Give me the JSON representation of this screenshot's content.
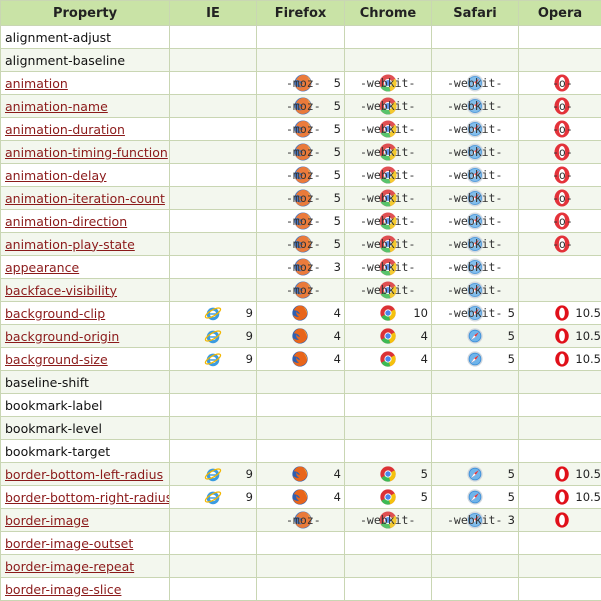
{
  "headers": [
    "Property",
    "IE",
    "Firefox",
    "Chrome",
    "Safari",
    "Opera"
  ],
  "rows": [
    {
      "name": "alignment-adjust",
      "link": false,
      "ie": null,
      "ff": null,
      "ch": null,
      "sa": null,
      "op": null
    },
    {
      "name": "alignment-baseline",
      "link": false,
      "ie": null,
      "ff": null,
      "ch": null,
      "sa": null,
      "op": null
    },
    {
      "name": "animation",
      "link": true,
      "ie": null,
      "ff": {
        "prefix": "-moz-",
        "version": "5"
      },
      "ch": {
        "prefix": "-webkit-",
        "version": ""
      },
      "sa": {
        "prefix": "-webkit-",
        "version": ""
      },
      "op": {
        "prefix": "-o-",
        "version": ""
      }
    },
    {
      "name": "animation-name",
      "link": true,
      "ie": null,
      "ff": {
        "prefix": "-moz-",
        "version": "5"
      },
      "ch": {
        "prefix": "-webkit-",
        "version": ""
      },
      "sa": {
        "prefix": "-webkit-",
        "version": ""
      },
      "op": {
        "prefix": "-o-",
        "version": ""
      }
    },
    {
      "name": "animation-duration",
      "link": true,
      "ie": null,
      "ff": {
        "prefix": "-moz-",
        "version": "5"
      },
      "ch": {
        "prefix": "-webkit-",
        "version": ""
      },
      "sa": {
        "prefix": "-webkit-",
        "version": ""
      },
      "op": {
        "prefix": "-o-",
        "version": ""
      }
    },
    {
      "name": "animation-timing-function",
      "link": true,
      "ie": null,
      "ff": {
        "prefix": "-moz-",
        "version": "5"
      },
      "ch": {
        "prefix": "-webkit-",
        "version": ""
      },
      "sa": {
        "prefix": "-webkit-",
        "version": ""
      },
      "op": {
        "prefix": "-o-",
        "version": ""
      }
    },
    {
      "name": "animation-delay",
      "link": true,
      "ie": null,
      "ff": {
        "prefix": "-moz-",
        "version": "5"
      },
      "ch": {
        "prefix": "-webkit-",
        "version": ""
      },
      "sa": {
        "prefix": "-webkit-",
        "version": ""
      },
      "op": {
        "prefix": "-o-",
        "version": ""
      }
    },
    {
      "name": "animation-iteration-count",
      "link": true,
      "ie": null,
      "ff": {
        "prefix": "-moz-",
        "version": "5"
      },
      "ch": {
        "prefix": "-webkit-",
        "version": ""
      },
      "sa": {
        "prefix": "-webkit-",
        "version": ""
      },
      "op": {
        "prefix": "-o-",
        "version": ""
      }
    },
    {
      "name": "animation-direction",
      "link": true,
      "ie": null,
      "ff": {
        "prefix": "-moz-",
        "version": "5"
      },
      "ch": {
        "prefix": "-webkit-",
        "version": ""
      },
      "sa": {
        "prefix": "-webkit-",
        "version": ""
      },
      "op": {
        "prefix": "-o-",
        "version": ""
      }
    },
    {
      "name": "animation-play-state",
      "link": true,
      "ie": null,
      "ff": {
        "prefix": "-moz-",
        "version": "5"
      },
      "ch": {
        "prefix": "-webkit-",
        "version": ""
      },
      "sa": {
        "prefix": "-webkit-",
        "version": ""
      },
      "op": {
        "prefix": "-o-",
        "version": ""
      }
    },
    {
      "name": "appearance",
      "link": true,
      "ie": null,
      "ff": {
        "prefix": "-moz-",
        "version": "3"
      },
      "ch": {
        "prefix": "-webkit-",
        "version": ""
      },
      "sa": {
        "prefix": "-webkit-",
        "version": ""
      },
      "op": null
    },
    {
      "name": "backface-visibility",
      "link": true,
      "ie": null,
      "ff": {
        "prefix": "-moz-",
        "version": ""
      },
      "ch": {
        "prefix": "-webkit-",
        "version": ""
      },
      "sa": {
        "prefix": "-webkit-",
        "version": ""
      },
      "op": null
    },
    {
      "name": "background-clip",
      "link": true,
      "ie": {
        "prefix": "",
        "version": "9"
      },
      "ff": {
        "prefix": "",
        "version": "4"
      },
      "ch": {
        "prefix": "",
        "version": "10"
      },
      "sa": {
        "prefix": "-webkit-",
        "version": "5"
      },
      "op": {
        "prefix": "",
        "version": "10.5"
      }
    },
    {
      "name": "background-origin",
      "link": true,
      "ie": {
        "prefix": "",
        "version": "9"
      },
      "ff": {
        "prefix": "",
        "version": "4"
      },
      "ch": {
        "prefix": "",
        "version": "4"
      },
      "sa": {
        "prefix": "",
        "version": "5"
      },
      "op": {
        "prefix": "",
        "version": "10.5"
      }
    },
    {
      "name": "background-size",
      "link": true,
      "ie": {
        "prefix": "",
        "version": "9"
      },
      "ff": {
        "prefix": "",
        "version": "4"
      },
      "ch": {
        "prefix": "",
        "version": "4"
      },
      "sa": {
        "prefix": "",
        "version": "5"
      },
      "op": {
        "prefix": "",
        "version": "10.5"
      }
    },
    {
      "name": "baseline-shift",
      "link": false,
      "ie": null,
      "ff": null,
      "ch": null,
      "sa": null,
      "op": null
    },
    {
      "name": "bookmark-label",
      "link": false,
      "ie": null,
      "ff": null,
      "ch": null,
      "sa": null,
      "op": null
    },
    {
      "name": "bookmark-level",
      "link": false,
      "ie": null,
      "ff": null,
      "ch": null,
      "sa": null,
      "op": null
    },
    {
      "name": "bookmark-target",
      "link": false,
      "ie": null,
      "ff": null,
      "ch": null,
      "sa": null,
      "op": null
    },
    {
      "name": "border-bottom-left-radius",
      "link": true,
      "ie": {
        "prefix": "",
        "version": "9"
      },
      "ff": {
        "prefix": "",
        "version": "4"
      },
      "ch": {
        "prefix": "",
        "version": "5"
      },
      "sa": {
        "prefix": "",
        "version": "5"
      },
      "op": {
        "prefix": "",
        "version": "10.5"
      }
    },
    {
      "name": "border-bottom-right-radius",
      "link": true,
      "ie": {
        "prefix": "",
        "version": "9"
      },
      "ff": {
        "prefix": "",
        "version": "4"
      },
      "ch": {
        "prefix": "",
        "version": "5"
      },
      "sa": {
        "prefix": "",
        "version": "5"
      },
      "op": {
        "prefix": "",
        "version": "10.5"
      }
    },
    {
      "name": "border-image",
      "link": true,
      "ie": null,
      "ff": {
        "prefix": "-moz-",
        "version": ""
      },
      "ch": {
        "prefix": "-webkit-",
        "version": ""
      },
      "sa": {
        "prefix": "-webkit-",
        "version": "3"
      },
      "op": {
        "prefix": "",
        "version": ""
      }
    },
    {
      "name": "border-image-outset",
      "link": true,
      "ie": null,
      "ff": null,
      "ch": null,
      "sa": null,
      "op": null
    },
    {
      "name": "border-image-repeat",
      "link": true,
      "ie": null,
      "ff": null,
      "ch": null,
      "sa": null,
      "op": null
    },
    {
      "name": "border-image-slice",
      "link": true,
      "ie": null,
      "ff": null,
      "ch": null,
      "sa": null,
      "op": null
    }
  ],
  "icons": {
    "ie": "internet-explorer-logo-icon",
    "ff": "firefox-logo-icon",
    "ch": "chrome-logo-icon",
    "sa": "safari-logo-icon",
    "op": "opera-logo-icon"
  },
  "colors": {
    "header_bg": "#c9e3a6",
    "link": "#8b1a1a",
    "border": "#c9d6b3"
  }
}
